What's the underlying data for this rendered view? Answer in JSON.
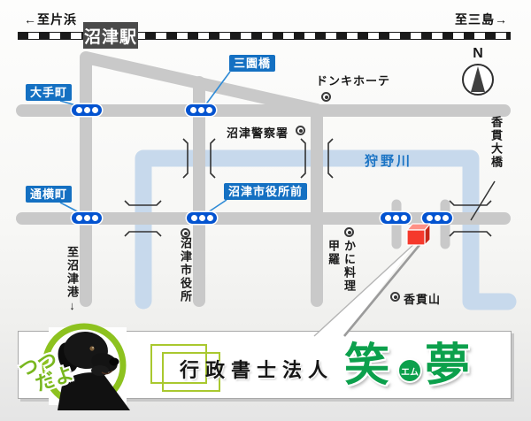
{
  "map": {
    "railway": {
      "station": "沼津駅",
      "to_left": "←至片浜",
      "to_right": "至三島→"
    },
    "compass": {
      "label": "N"
    },
    "signals": {
      "otemachi": "大手町",
      "misonobashi": "三園橋",
      "toriyokocho": "通横町",
      "shiyakusho_mae": "沼津市役所前"
    },
    "places": {
      "donki": "ドンキホーテ",
      "police": "沼津警察署",
      "river": "狩野川",
      "kanuki_bridge": "香貫大橋",
      "city_hall": "沼津市役所",
      "to_port": "至沼津港↓",
      "crab_restaurant": "かに料理",
      "crab_restaurant_name": "甲羅",
      "kanuki_yama": "香貫山"
    }
  },
  "banner": {
    "dog_speech": {
      "line1": "つつ",
      "line2": "だよ"
    },
    "company_prefix": "行政書士法人",
    "company_name_1": "笑",
    "company_name_reading": "エム",
    "company_name_2": "夢"
  },
  "colors": {
    "road": "#C9C9C9",
    "river": "#C7D9EC",
    "signal_blue": "#0353D0",
    "label_blue": "#1470C2",
    "river_text": "#1B74C4",
    "brand_green": "#0CA04C",
    "deco_green": "#8DC21F",
    "office_red": "#F5392C",
    "station_box": "#4A4A4A"
  }
}
